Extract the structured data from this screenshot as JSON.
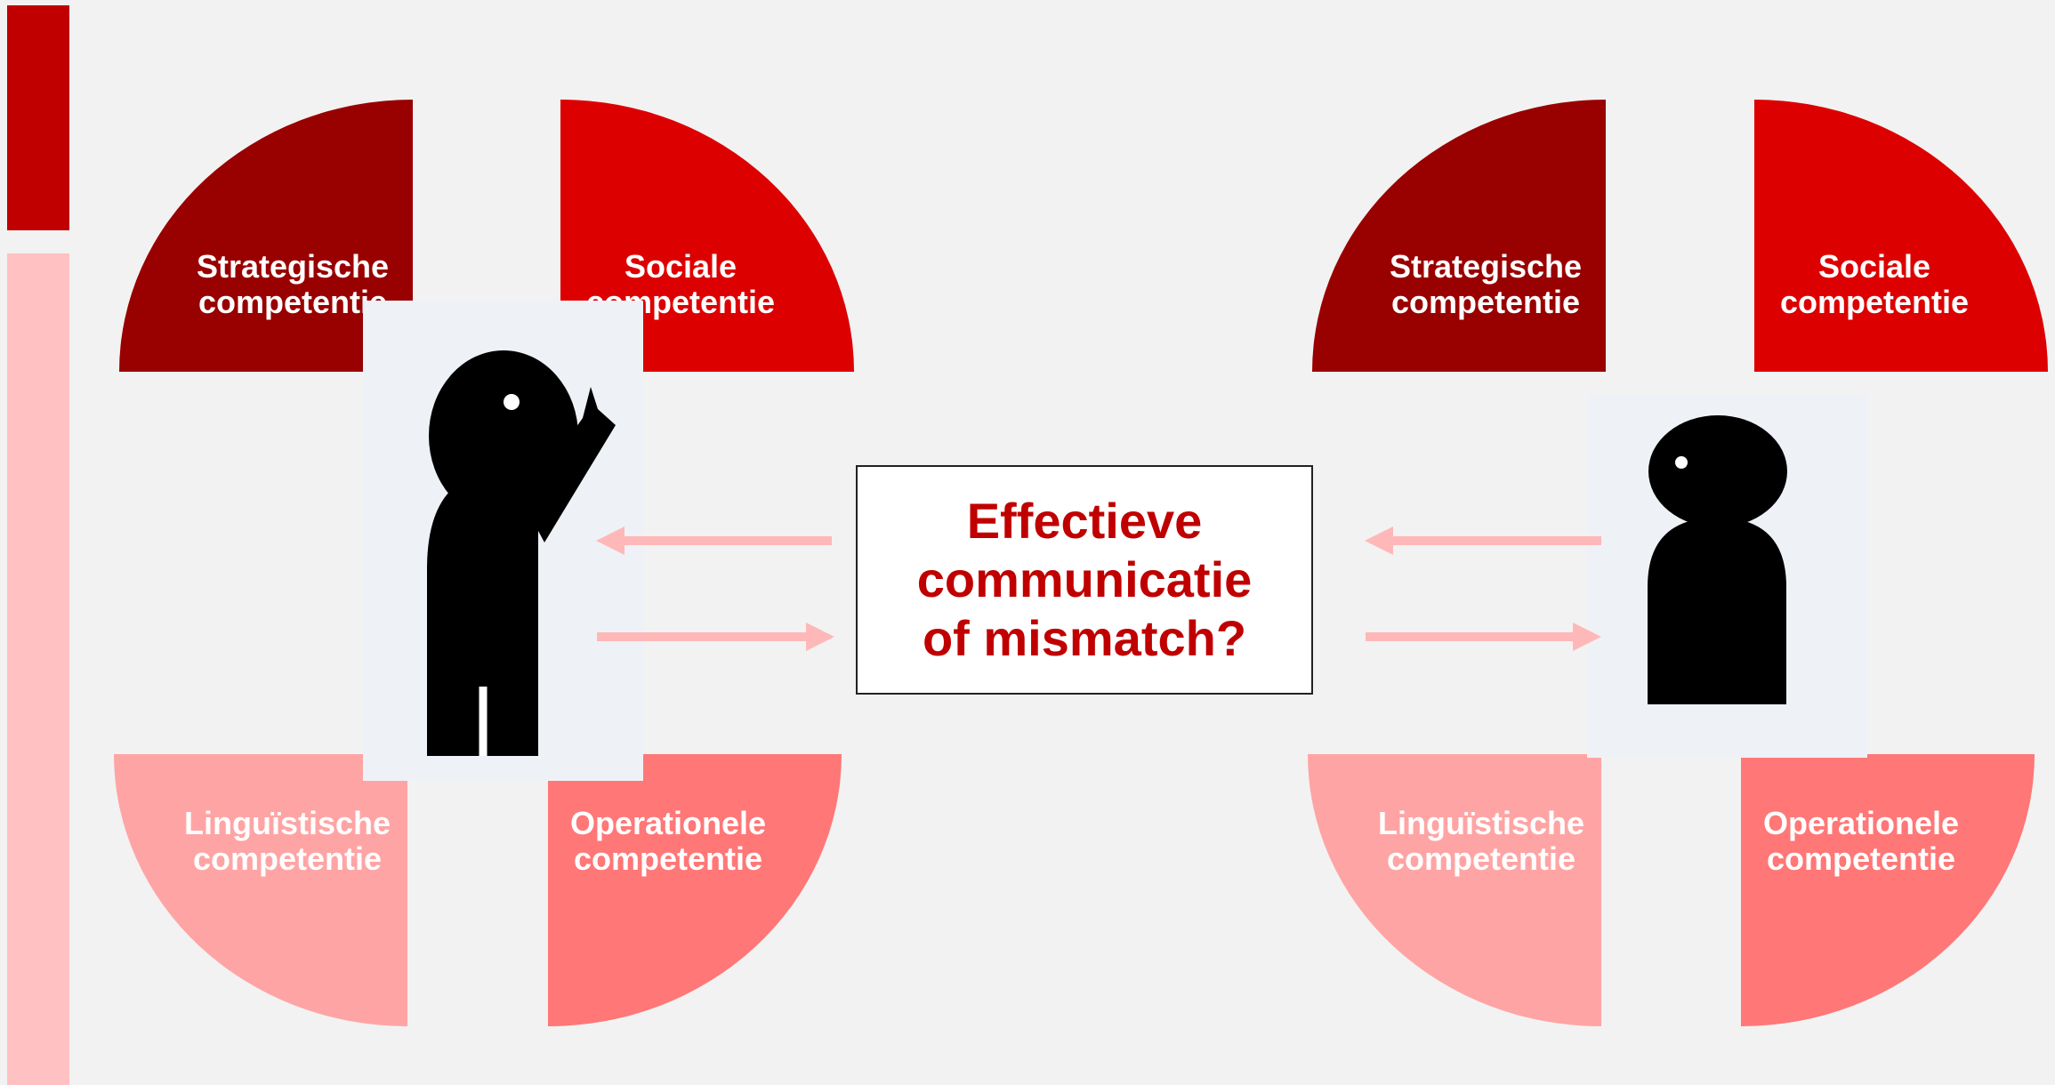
{
  "colors": {
    "strategic": "#990000",
    "social": "#dd0000",
    "linguistic": "#ffa4a4",
    "operational": "#ff7777",
    "accent": "#c00000",
    "arrow": "#ffb8b8"
  },
  "left_group": {
    "strategic": [
      "Strategische",
      "competentie"
    ],
    "social": [
      "Sociale",
      "competentie"
    ],
    "linguistic": [
      "Linguïstische",
      "competentie"
    ],
    "operational": [
      "Operationele",
      "competentie"
    ]
  },
  "right_group": {
    "strategic": [
      "Strategische",
      "competentie"
    ],
    "social": [
      "Sociale",
      "competentie"
    ],
    "linguistic": [
      "Linguïstische",
      "competentie"
    ],
    "operational": [
      "Operationele",
      "competentie"
    ]
  },
  "center": {
    "lines": [
      "Effectieve",
      "communicatie",
      "of mismatch?"
    ]
  }
}
